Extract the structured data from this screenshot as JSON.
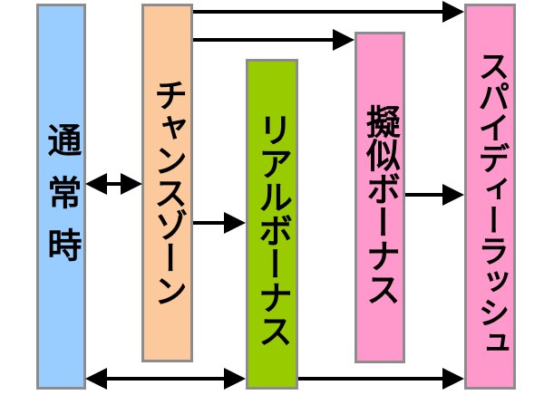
{
  "nodes": {
    "normal": {
      "label": "通常時",
      "color": "#99ccff"
    },
    "chance_zone": {
      "label": "チャンスゾーン",
      "color": "#fcc99c"
    },
    "real_bonus": {
      "label": "リアルボーナス",
      "color": "#99cc00"
    },
    "pseudo_bonus": {
      "label": "擬似ボーナス",
      "color": "#ff99cc"
    },
    "spidey_rush": {
      "label": "スパイディーラッシュ",
      "color": "#ff99cc"
    }
  },
  "edges": [
    {
      "from": "chance_zone",
      "to": "spidey_rush",
      "direction": "forward"
    },
    {
      "from": "chance_zone",
      "to": "pseudo_bonus",
      "direction": "forward"
    },
    {
      "from": "normal",
      "to": "chance_zone",
      "direction": "both"
    },
    {
      "from": "chance_zone",
      "to": "real_bonus",
      "direction": "forward"
    },
    {
      "from": "pseudo_bonus",
      "to": "spidey_rush",
      "direction": "forward"
    },
    {
      "from": "normal",
      "to": "real_bonus",
      "direction": "both"
    },
    {
      "from": "real_bonus",
      "to": "spidey_rush",
      "direction": "forward"
    }
  ],
  "colors": {
    "border": "#8c8c8c",
    "arrow": "#000000"
  }
}
